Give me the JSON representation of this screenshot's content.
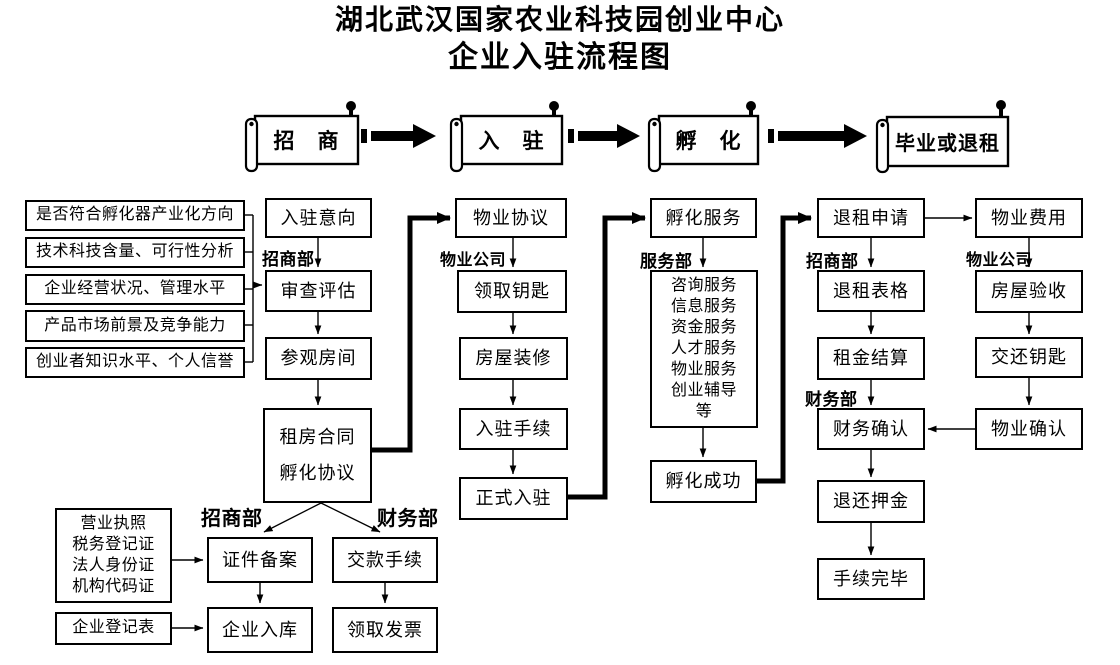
{
  "title": {
    "line1": "湖北武汉国家农业科技园创业中心",
    "line2": "企业入驻流程图"
  },
  "banners": [
    {
      "label": "招　商"
    },
    {
      "label": "入　驻"
    },
    {
      "label": "孵　化"
    },
    {
      "label": "毕业或退租"
    }
  ],
  "criteria": [
    "是否符合孵化器产业化方向",
    "技术科技含量、可行性分析",
    "企业经营状况、管理水平",
    "产品市场前景及竞争能力",
    "创业者知识水平、个人信誉"
  ],
  "departments": {
    "zhaoshang": "招商部",
    "wuye_gongsi": "物业公司",
    "fuwu": "服务部",
    "caiwu": "财务部"
  },
  "flow": {
    "ruzhu_yixiang": "入驻意向",
    "shencha_pinggu": "审查评估",
    "canguan_fangjian": "参观房间",
    "zufang_hetong_lines": [
      "租房合同",
      "孵化协议"
    ],
    "docs_lines": [
      "营业执照",
      "税务登记证",
      "法人身份证",
      "机构代码证"
    ],
    "qiye_dengjibiao": "企业登记表",
    "zhengjian_beian": "证件备案",
    "jiaokuan_shouxu": "交款手续",
    "qiye_ruku": "企业入库",
    "lingqu_fapiao": "领取发票",
    "wuye_xieyi": "物业协议",
    "lingqu_yaoshi": "领取钥匙",
    "fangwu_zhuangxiu": "房屋装修",
    "ruzhu_shouxu": "入驻手续",
    "zhengshi_ruzhu": "正式入驻",
    "fuhua_fuwu": "孵化服务",
    "services_lines": [
      "咨询服务",
      "信息服务",
      "资金服务",
      "人才服务",
      "物业服务",
      "创业辅导",
      "等"
    ],
    "fuhua_chenggong": "孵化成功",
    "tuizu_shenqing": "退租申请",
    "tuizu_biaoge": "退租表格",
    "zujin_jiesuan": "租金结算",
    "caiwu_queren": "财务确认",
    "tuihuan_yajin": "退还押金",
    "shouxu_wanbi": "手续完毕",
    "wuye_feiyong": "物业费用",
    "fangwu_yanshou": "房屋验收",
    "jiaohuan_yaoshi": "交还钥匙",
    "wuye_queren": "物业确认"
  },
  "colors": {
    "line": "#000000",
    "background": "#ffffff",
    "box_bg": "#ffffff"
  }
}
